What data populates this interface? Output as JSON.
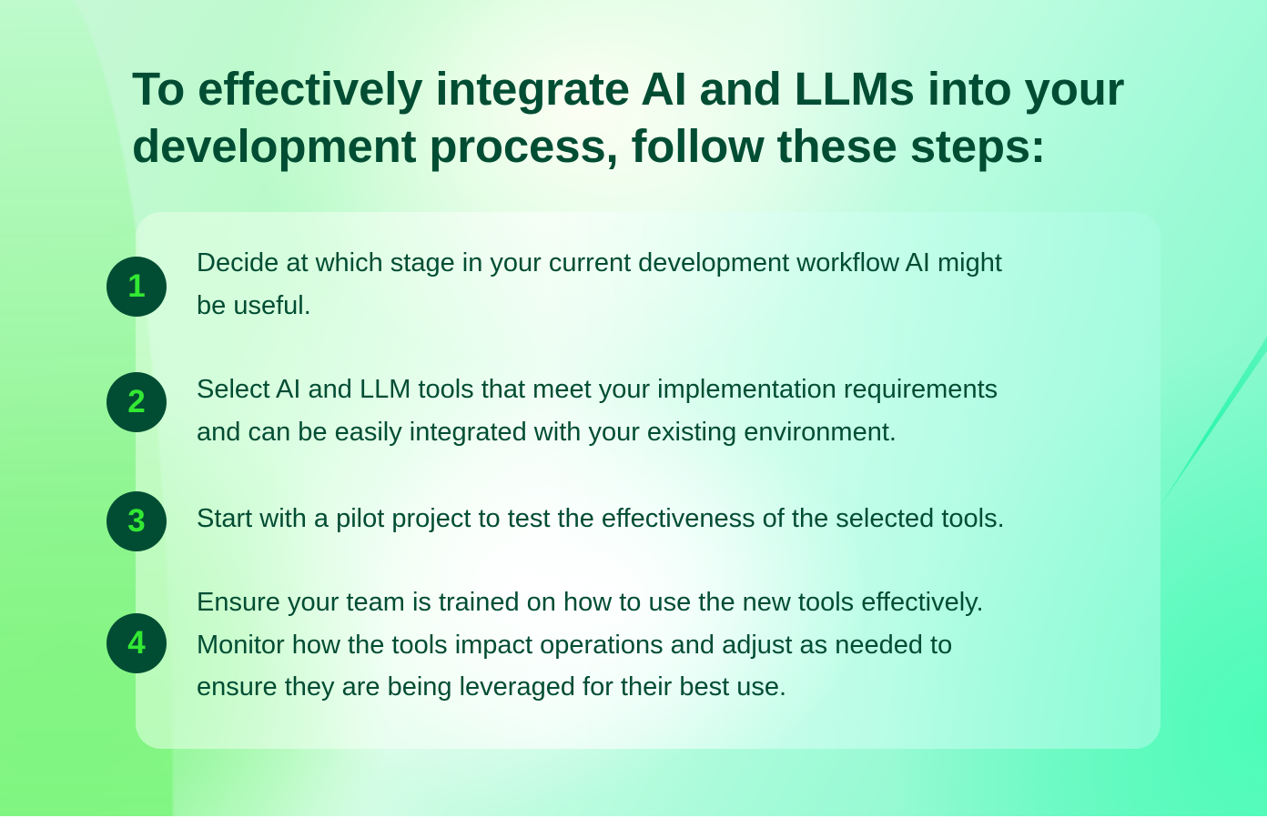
{
  "headline": {
    "line1": "To effectively integrate AI and LLMs into your",
    "line2": "development process, follow these steps:"
  },
  "steps": [
    {
      "number": "1",
      "lines": [
        "Decide at which stage in your current development workflow AI might",
        "be useful."
      ]
    },
    {
      "number": "2",
      "lines": [
        "Select AI and LLM tools that meet your implementation requirements",
        "and can be easily integrated with your existing environment."
      ]
    },
    {
      "number": "3",
      "lines": [
        "Start with a pilot project to test the effectiveness of the selected tools."
      ]
    },
    {
      "number": "4",
      "lines": [
        "Ensure your team is trained on how to use the new tools effectively.",
        "Monitor how the tools impact operations and adjust as needed to",
        "ensure they are being leveraged for their best use."
      ]
    }
  ],
  "colors": {
    "text_dark_green": "#004d33",
    "badge_fill": "#004d33",
    "badge_number": "#33e833",
    "bg_light_green": "#7af57a",
    "bg_mint": "#4dfcb8"
  }
}
